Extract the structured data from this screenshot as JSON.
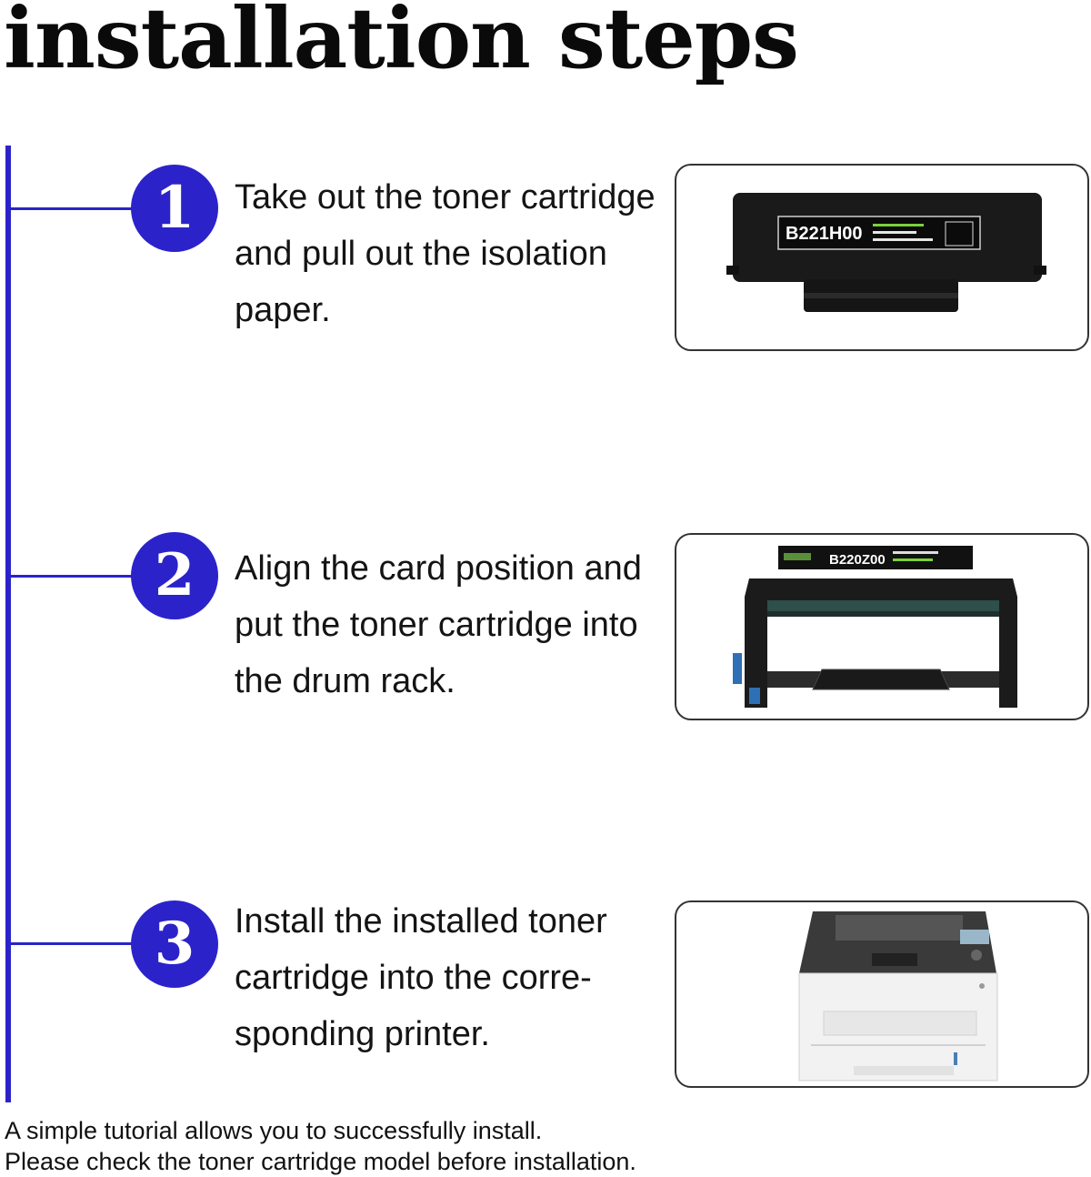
{
  "title": "installation steps",
  "colors": {
    "accent": "#2b23c9",
    "text": "#141414"
  },
  "steps": [
    {
      "number": "1",
      "text": "Take out the toner cartridge and pull out the isolation paper.",
      "image": {
        "kind": "toner-cartridge-photo",
        "label": "B221H00"
      }
    },
    {
      "number": "2",
      "text": "Align the card position and put the toner cartridge into the drum rack.",
      "image": {
        "kind": "drum-unit-photo",
        "label": "B220Z00"
      }
    },
    {
      "number": "3",
      "text": "Install the installed toner cartridge into the corre-sponding printer.",
      "image": {
        "kind": "laser-printer-photo"
      }
    }
  ],
  "footer": {
    "line1": "A simple tutorial allows you to successfully install.",
    "line2": "Please check the toner cartridge model before installation."
  }
}
